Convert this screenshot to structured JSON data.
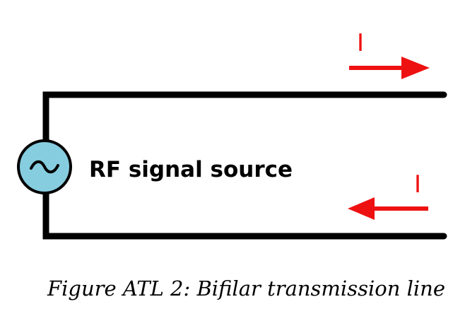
{
  "diagram": {
    "source_label": "RF signal source",
    "source_symbol": "~",
    "top_current_label": "I",
    "bottom_current_label": "I",
    "caption": "Figure ATL 2: Bifilar transmission line"
  },
  "colors": {
    "wire": "#000000",
    "source_fill": "#87cde0",
    "current_arrow": "#ee1111"
  },
  "icons": {
    "source": "ac-source-icon",
    "top_arrow": "arrow-right-icon",
    "bottom_arrow": "arrow-left-icon"
  }
}
